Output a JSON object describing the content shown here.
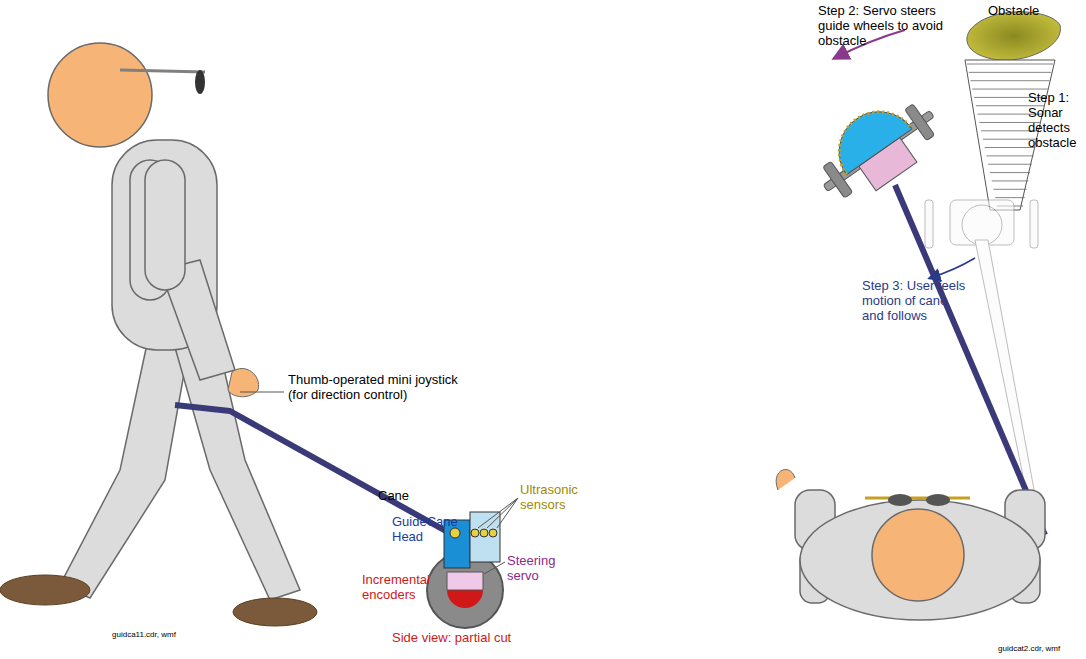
{
  "diagram": {
    "labels": [
      "Thumb-operated mini joystick (for direction control)",
      "Cane",
      "GuideCane Head",
      "Ultrasonic sensors",
      "Steering servo",
      "Incremental encoders",
      "Side view: partial cut",
      "guidca11.cdr, wmf",
      "Obstacle",
      "Step 2: Servo steers guide wheels to avoid obstacle",
      "Step 1: Sonar detects obstacle",
      "Step 3: User feels motion of cane and follows",
      "guidcat2.cdr, wmf"
    ]
  }
}
